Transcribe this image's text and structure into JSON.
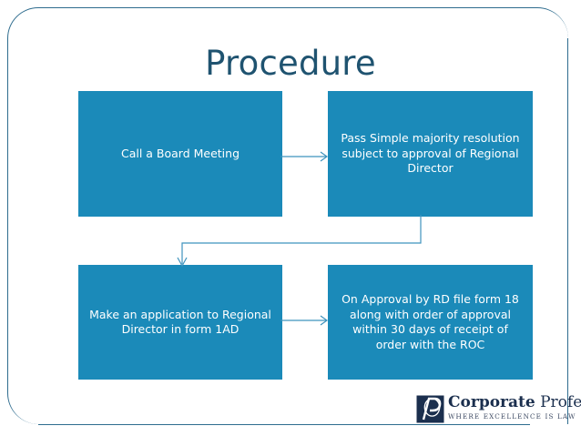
{
  "slide": {
    "title": "Procedure",
    "title_color": "#1f5370",
    "background_color": "#ffffff",
    "frame_color": "#2e6c8e",
    "node_fill_color": "#1b8ab9",
    "node_text_color": "#ffffff",
    "connector_color": "#3f93bd"
  },
  "flow": {
    "nodes": [
      {
        "id": "node-1",
        "label": "Call a Board Meeting",
        "order": 1
      },
      {
        "id": "node-2",
        "label": "Pass Simple majority resolution subject to approval of Regional Director",
        "order": 2
      },
      {
        "id": "node-3",
        "label": "Make an application to Regional Director in form 1AD",
        "order": 3
      },
      {
        "id": "node-4",
        "label": "On Approval by RD file form 18 along with order of approval within 30 days of receipt of order with the ROC",
        "order": 4
      }
    ],
    "connectors": [
      {
        "id": "conn-1-2",
        "from": "node-1",
        "to": "node-2",
        "style": "straight-arrow-right"
      },
      {
        "id": "conn-2-3",
        "from": "node-2",
        "to": "node-3",
        "style": "elbow-arrow-down"
      },
      {
        "id": "conn-3-4",
        "from": "node-3",
        "to": "node-4",
        "style": "straight-arrow-right"
      }
    ]
  },
  "logo": {
    "name_bold": "Corporate",
    "name_light": "Professionals",
    "tagline": "WHERE EXCELLENCE IS LAW",
    "mark_letter": "P",
    "mark_color": "#1b2f4e"
  }
}
